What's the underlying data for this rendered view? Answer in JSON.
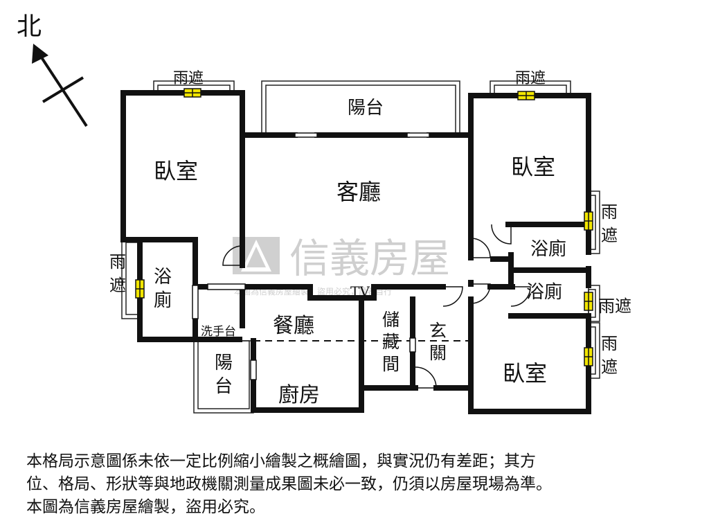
{
  "compass": {
    "north_label": "北"
  },
  "rooms": {
    "bedroom_nw": "臥室",
    "bedroom_ne": "臥室",
    "bedroom_se": "臥室",
    "living_room": "客廳",
    "dining_room": "餐廳",
    "kitchen": "廚房",
    "balcony_top": "陽台",
    "balcony_sw_line1": "陽",
    "balcony_sw_line2": "台",
    "bath_w_line1": "浴",
    "bath_w_line2": "廁",
    "bath_e1": "浴廁",
    "bath_e2": "浴廁",
    "storage_line1": "儲",
    "storage_line2": "藏",
    "storage_line3": "間",
    "entry_line1": "玄",
    "entry_line2": "關",
    "washbasin": "洗手台",
    "tv": "TV"
  },
  "awnings": {
    "top_left": "雨遮",
    "top_right": "雨遮",
    "left_line1": "雨",
    "left_line2": "遮",
    "right1_line1": "雨",
    "right1_line2": "遮",
    "right2": "雨遮",
    "right3_line1": "雨",
    "right3_line2": "遮"
  },
  "watermark": {
    "brand": "信義房屋",
    "subtext": "本圖為信義房屋繪製，盜用必究，讀者自行"
  },
  "disclaimer": [
    "本格局示意圖係未依一定比例縮小繪製之概繪圖，與實況仍有差距；其方",
    "位、格局、形狀等與地政機關測量成果圖未必一致，仍須以房屋現場為準。",
    "本圖為信義房屋繪製，盜用必究。"
  ],
  "colors": {
    "wall": "#111111",
    "awning_marker": "#f2e600",
    "watermark": "#d4d4d4"
  }
}
